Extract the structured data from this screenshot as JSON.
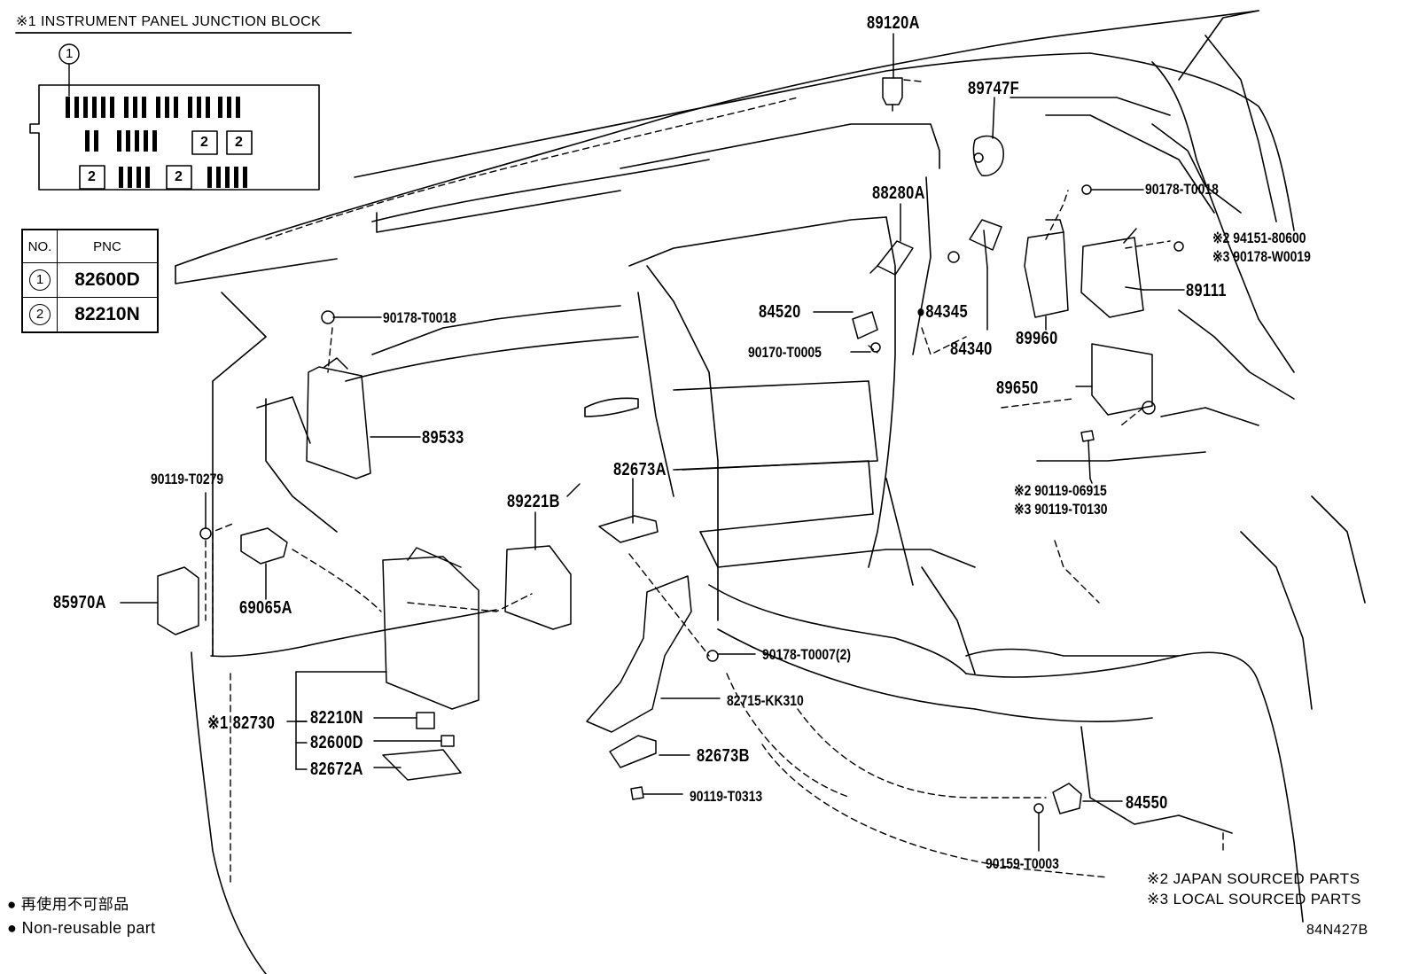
{
  "junction_block": {
    "title": "※1 INSTRUMENT PANEL JUNCTION BLOCK",
    "marker_1": "1",
    "marker_2": "2"
  },
  "pnc_table": {
    "headers": [
      "NO.",
      "PNC"
    ],
    "rows": [
      {
        "no": "1",
        "pnc": "82600D"
      },
      {
        "no": "2",
        "pnc": "82210N"
      }
    ]
  },
  "part_labels": {
    "p89120A": "89120A",
    "p89747F": "89747F",
    "p90178_T0018_top": "90178-T0018",
    "p94151_80600": "※2 94151-80600",
    "p90178_W0019": "※3 90178-W0019",
    "p88280A": "88280A",
    "p89111": "89111",
    "p84520": "84520",
    "p84345": "●84345",
    "p89960": "89960",
    "p90170_T0005": "90170-T0005",
    "p84340": "84340",
    "p90178_T0018_left": "90178-T0018",
    "p89650": "89650",
    "p89533": "89533",
    "p90119_06915": "※2 90119-06915",
    "p90119_T0130": "※3 90119-T0130",
    "p90119_T0279": "90119-T0279",
    "p82673A": "82673A",
    "p89221B": "89221B",
    "p85970A": "85970A",
    "p69065A": "69065A",
    "p90178_T0007": "90178-T0007(2)",
    "p82715_KK310": "82715-KK310",
    "p82730": "※1 82730",
    "p82210N": "82210N",
    "p82600D": "82600D",
    "p82672A": "82672A",
    "p82673B": "82673B",
    "p90119_T0313": "90119-T0313",
    "p84550": "84550",
    "p90159_T0003": "90159-T0003"
  },
  "legend": {
    "japanese_note": "● 再使用不可部品",
    "non_reusable": "● Non-reusable part",
    "japan_sourced": "※2 JAPAN SOURCED PARTS",
    "local_sourced": "※3 LOCAL SOURCED PARTS",
    "drawing_id": "84N427B"
  }
}
